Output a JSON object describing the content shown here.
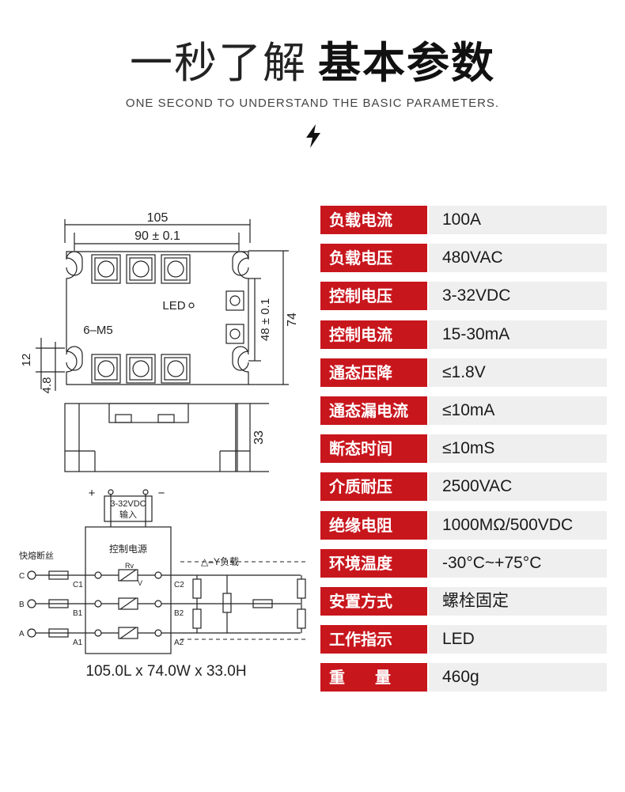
{
  "header": {
    "title_light": "一秒了解",
    "title_bold": "基本参数",
    "subtitle": "ONE SECOND TO UNDERSTAND THE BASIC PARAMETERS."
  },
  "drawing": {
    "dim_total_width": "105",
    "dim_hole_spacing": "90 ± 0.1",
    "dim_height": "74",
    "dim_vertical_holes": "48 ± 0.1",
    "dim_12": "12",
    "dim_4_8": "4.8",
    "dim_depth": "33",
    "led_label": "LED",
    "screw_label": "6–M5",
    "plus": "+",
    "minus": "−",
    "input_range": "3-32VDC",
    "input_label": "输入",
    "control_power": "控制电源",
    "fuse_label": "快熔断丝",
    "load_label": "△–Y负载",
    "phase_c": "C",
    "phase_b": "B",
    "phase_a": "A",
    "t_c1": "C1",
    "t_b1": "B1",
    "t_a1": "A1",
    "t_c2": "C2",
    "t_b2": "B2",
    "t_a2": "A2",
    "rv": "Rv",
    "v": "V",
    "size_text": "105.0L  x  74.0W  x  33.0H"
  },
  "params": [
    {
      "key": "负载电流",
      "value": "100A"
    },
    {
      "key": "负载电压",
      "value": "480VAC"
    },
    {
      "key": "控制电压",
      "value": "3-32VDC"
    },
    {
      "key": "控制电流",
      "value": "15-30mA"
    },
    {
      "key": "通态压降",
      "value": "≤1.8V"
    },
    {
      "key": "通态漏电流",
      "value": "≤10mA"
    },
    {
      "key": "断态时间",
      "value": "≤10mS"
    },
    {
      "key": "介质耐压",
      "value": "2500VAC"
    },
    {
      "key": "绝缘电阻",
      "value": "1000MΩ/500VDC"
    },
    {
      "key": "环境温度",
      "value": "-30°C~+75°C"
    },
    {
      "key": "安置方式",
      "value": "螺栓固定"
    },
    {
      "key": "工作指示",
      "value": "LED"
    },
    {
      "key": "重量",
      "value": "460g"
    }
  ],
  "colors": {
    "accent": "#c8161d",
    "value_bg": "#efefef"
  },
  "icons": {
    "bolt": "lightning-icon"
  }
}
